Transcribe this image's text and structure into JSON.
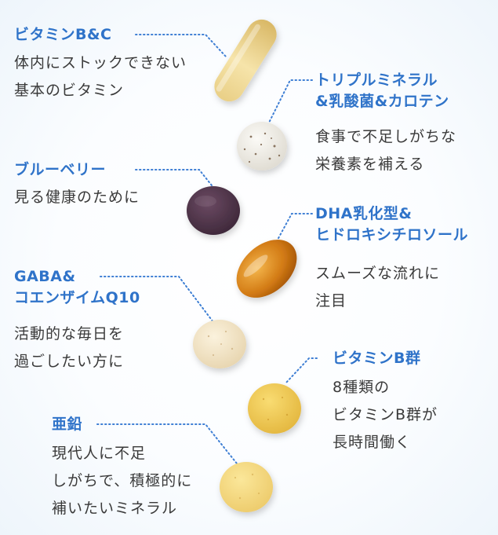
{
  "items": [
    {
      "key": "vitamin-bc",
      "label": [
        "ビタミンB&C"
      ],
      "desc": [
        "体内にストックできない",
        "基本のビタミン"
      ],
      "pill": "capsule-cream"
    },
    {
      "key": "triple-mineral",
      "label": [
        "トリプルミネラル",
        "&乳酸菌&カロテン"
      ],
      "desc": [
        "食事で不足しがちな",
        "栄養素を補える"
      ],
      "pill": "speckled-white-tablet"
    },
    {
      "key": "blueberry",
      "label": [
        "ブルーベリー"
      ],
      "desc": [
        "見る健康のために"
      ],
      "pill": "purple-tablet"
    },
    {
      "key": "dha",
      "label": [
        "DHA乳化型&",
        "ヒドロキシチロソール"
      ],
      "desc": [
        "スムーズな流れに",
        "注目"
      ],
      "pill": "amber-softgel"
    },
    {
      "key": "gaba",
      "label": [
        "GABA&",
        "コエンザイムQ10"
      ],
      "desc": [
        "活動的な毎日を",
        "過ごしたい方に"
      ],
      "pill": "beige-tablet"
    },
    {
      "key": "vitamin-b-group",
      "label": [
        "ビタミンB群"
      ],
      "desc": [
        "8種類の",
        "ビタミンB群が",
        "長時間働く"
      ],
      "pill": "yellow-tablet"
    },
    {
      "key": "zinc",
      "label": [
        "亜鉛"
      ],
      "desc": [
        "現代人に不足",
        "しがちで、積極的に",
        "補いたいミネラル"
      ],
      "pill": "pale-yellow-tablet"
    }
  ],
  "colors": {
    "label": "#2f73c9",
    "text": "#3a3a3a",
    "line": "#3f7fd4"
  }
}
